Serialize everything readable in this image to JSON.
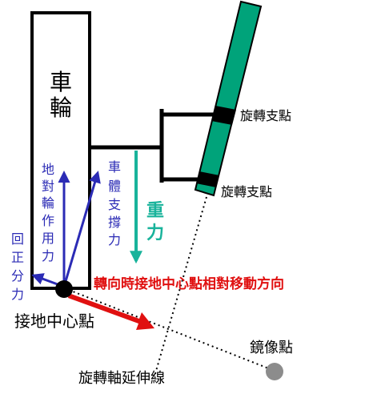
{
  "labels": {
    "wheel": [
      "車",
      "輪"
    ],
    "pivot_upper": "旋轉支點",
    "pivot_lower": "旋轉支點",
    "ground_reaction": [
      "地",
      "對",
      "輪",
      "作",
      "用",
      "力"
    ],
    "body_support": [
      "車",
      "體",
      "支",
      "撐",
      "力"
    ],
    "gravity": [
      "重",
      "力"
    ],
    "restoring": [
      "回",
      "正",
      "分",
      "力"
    ],
    "motion_direction": "轉向時接地中心點相對移動方向",
    "contact_center": "接地中心點",
    "mirror_point": "鏡像點",
    "axis_extension": "旋轉軸延伸線"
  },
  "colors": {
    "structure": "#000000",
    "kingpin": "#00a37a",
    "blue_force": "#2b2bb5",
    "gravity": "#19b39b",
    "direction": "#e01010",
    "mirror": "#8c8c8c"
  }
}
